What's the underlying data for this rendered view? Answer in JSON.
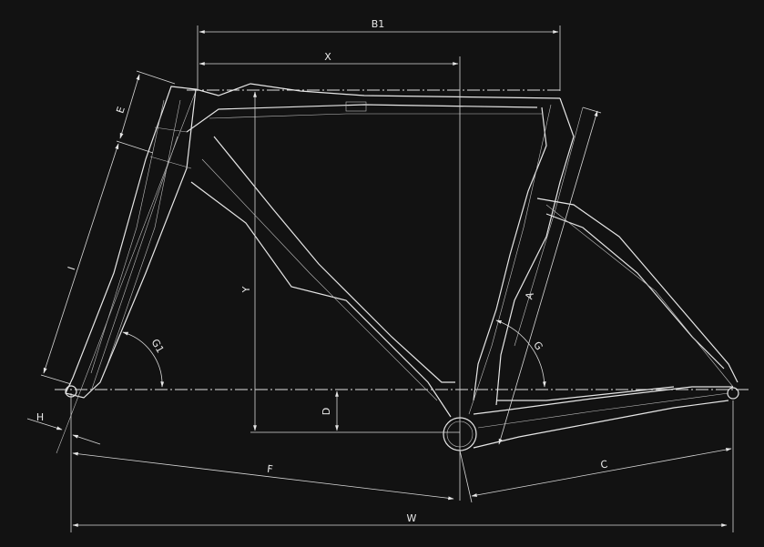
{
  "diagram": {
    "title": "Bicycle frame geometry",
    "labels": {
      "B1": "B1",
      "X": "X",
      "E": "E",
      "I": "I",
      "Y": "Y",
      "A": "A",
      "G1": "G1",
      "G": "G",
      "D": "D",
      "H": "H",
      "F": "F",
      "C": "C",
      "W": "W"
    },
    "colors": {
      "background": "#121212",
      "lines": "#e6e6e6"
    }
  }
}
